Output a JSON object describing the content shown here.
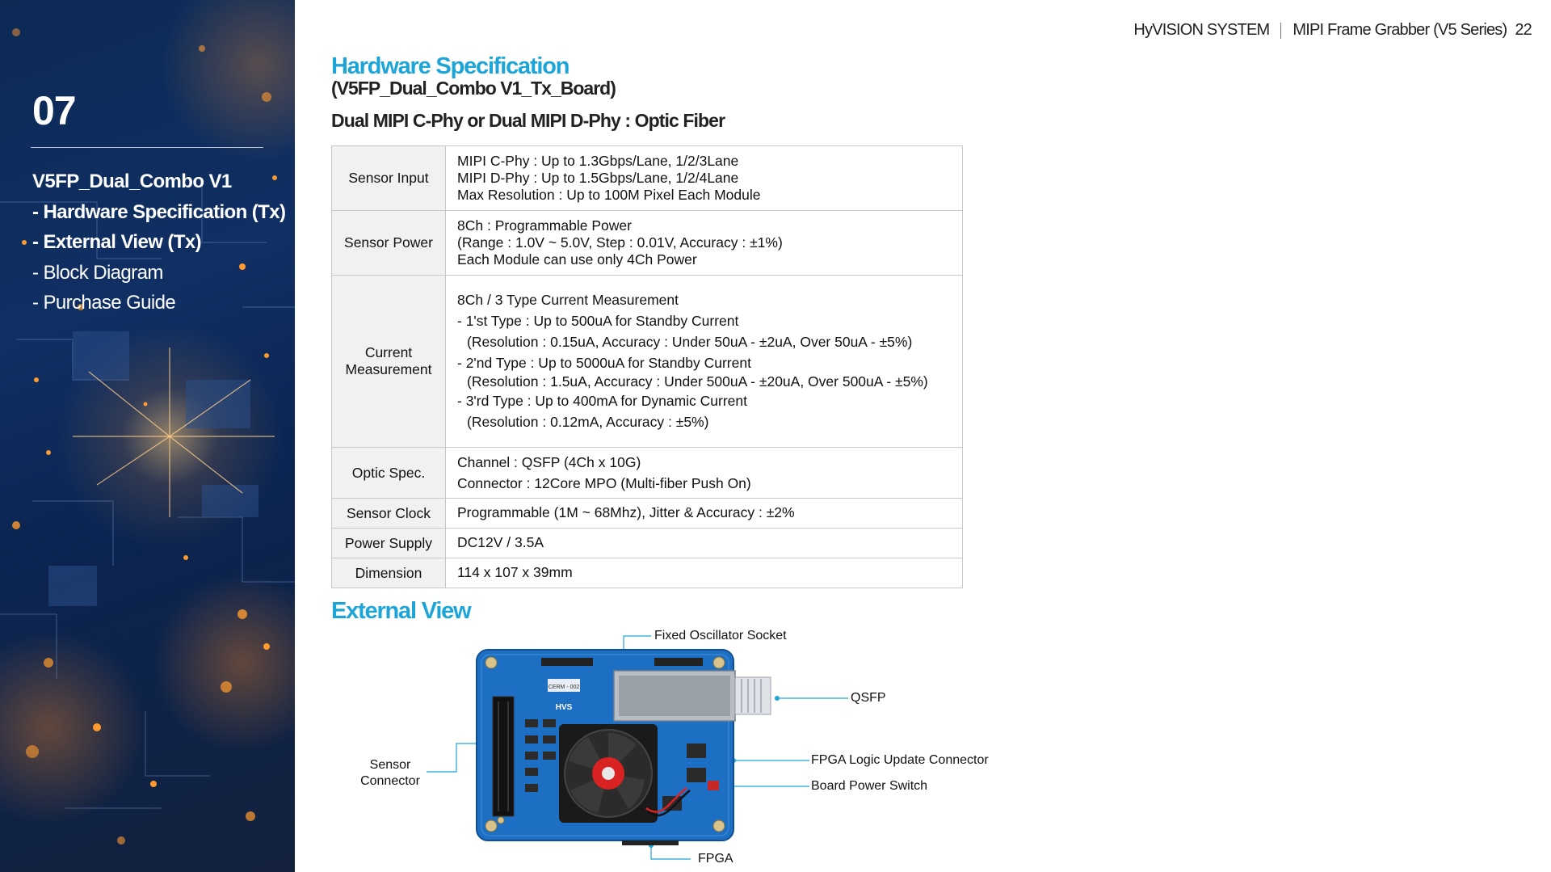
{
  "sidebar": {
    "section_number": "07",
    "menu": [
      {
        "label": "V5FP_Dual_Combo V1",
        "bold": true
      },
      {
        "label": "- Hardware Specification (Tx)",
        "bold": true
      },
      {
        "label": "- External View (Tx)",
        "bold": true
      },
      {
        "label": "- Block Diagram",
        "bold": false
      },
      {
        "label": "- Purchase Guide",
        "bold": false
      }
    ]
  },
  "header": {
    "brand": "HyVISION SYSTEM",
    "product": "MIPI Frame Grabber (V5 Series)",
    "page_number": "22"
  },
  "hardware_spec": {
    "title": "Hardware Specification",
    "subtitle": "(V5FP_Dual_Combo V1_Tx_Board)",
    "heading": "Dual MIPI C-Phy or Dual MIPI D-Phy : Optic Fiber",
    "rows": [
      {
        "label": "Sensor Input",
        "lines": [
          "MIPI C-Phy : Up to 1.3Gbps/Lane, 1/2/3Lane",
          "MIPI D-Phy : Up to 1.5Gbps/Lane, 1/2/4Lane",
          "Max Resolution : Up to 100M Pixel Each Module"
        ]
      },
      {
        "label": "Sensor Power",
        "lines": [
          "8Ch : Programmable Power",
          "(Range : 1.0V ~ 5.0V, Step : 0.01V, Accuracy : ±1%)",
          "Each Module can use only 4Ch Power"
        ]
      },
      {
        "label": "Current Measurement",
        "lines": [
          "8Ch / 3 Type Current Measurement",
          "- 1'st Type : Up to 500uA for Standby Current",
          "(Resolution : 0.15uA, Accuracy : Under 50uA - ±2uA, Over 50uA - ±5%)",
          "- 2'nd Type : Up to 5000uA for Standby Current",
          "(Resolution : 1.5uA, Accuracy : Under 500uA - ±20uA, Over 500uA - ±5%)",
          "- 3'rd Type : Up to 400mA for Dynamic Current",
          "(Resolution : 0.12mA, Accuracy : ±5%)"
        ]
      },
      {
        "label": "Optic Spec.",
        "lines": [
          "Channel : QSFP (4Ch x 10G)",
          "Connector : 12Core MPO (Multi-fiber Push On)"
        ]
      },
      {
        "label": "Sensor Clock",
        "lines": [
          "Programmable (1M ~ 68Mhz), Jitter & Accuracy : ±2%"
        ]
      },
      {
        "label": "Power Supply",
        "lines": [
          "DC12V / 3.5A"
        ]
      },
      {
        "label": "Dimension",
        "lines": [
          "114 x 107 x 39mm"
        ]
      }
    ]
  },
  "external_view": {
    "title": "External View",
    "callouts": {
      "fixed_oscillator": "Fixed Oscillator Socket",
      "qsfp": "QSFP",
      "sensor_connector_line1": "Sensor",
      "sensor_connector_line2": "Connector",
      "fpga_logic_update": "FPGA Logic Update Connector",
      "board_power_switch": "Board Power Switch",
      "fpga": "FPGA"
    },
    "board_print": {
      "chip_label": "CERM - 002",
      "logo": "HVS"
    }
  },
  "colors": {
    "accent": "#1ea5d8",
    "sidebar_bg": "#0d2a55",
    "board_pcb": "#1d6fc4",
    "callout_line": "#1ea5d8"
  }
}
